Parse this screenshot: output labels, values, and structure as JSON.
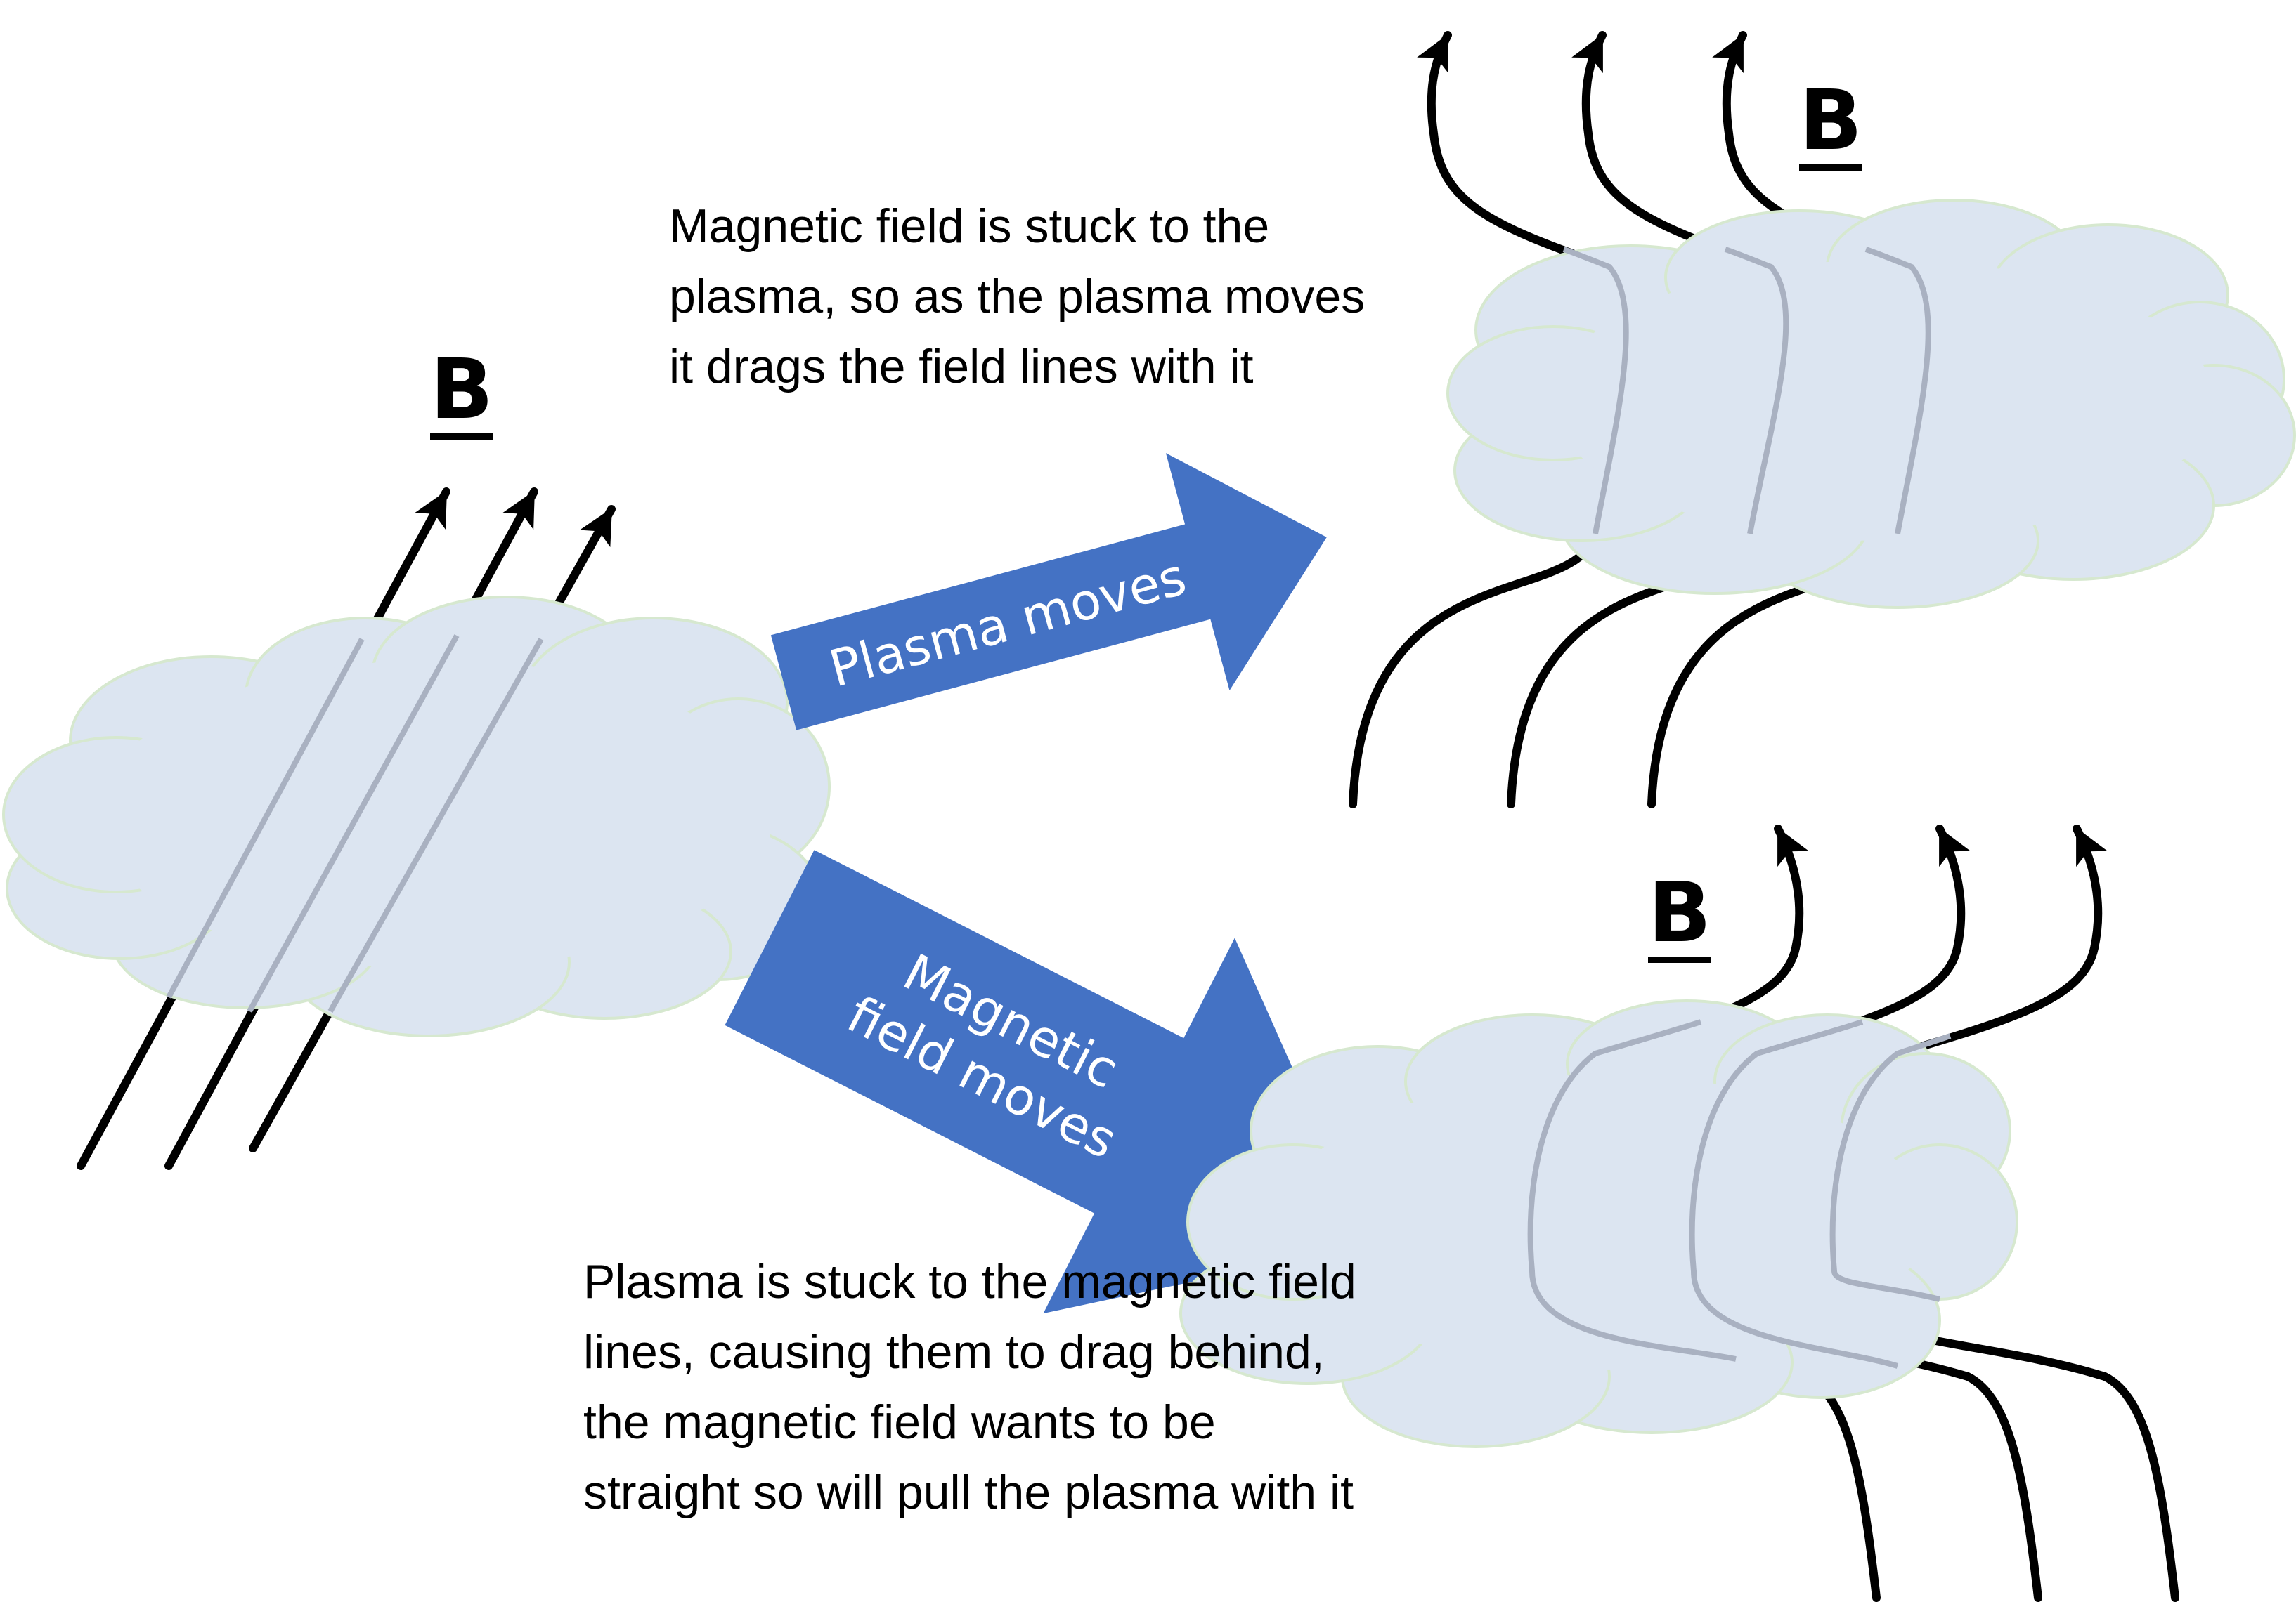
{
  "labels": {
    "b_left": "B",
    "b_top_right": "B",
    "b_bottom_right": "B"
  },
  "arrows": {
    "plasma_moves": "Plasma moves",
    "field_moves_line1": "Magnetic",
    "field_moves_line2": "field moves"
  },
  "captions": {
    "top": [
      "Magnetic field is stuck to the",
      "plasma, so as the plasma moves",
      "it drags the field lines with it"
    ],
    "bottom": [
      "Plasma is stuck to the magnetic field",
      "lines, causing them to drag behind,",
      "the magnetic field wants to be",
      "straight so will pull the plasma with it"
    ]
  },
  "colors": {
    "cloud_fill": "#dce5f1",
    "cloud_outline": "#d6e8cf",
    "block_arrow_fill": "#4472c4",
    "field_line": "#000000",
    "hidden_field_line": "#a9b1c1"
  }
}
